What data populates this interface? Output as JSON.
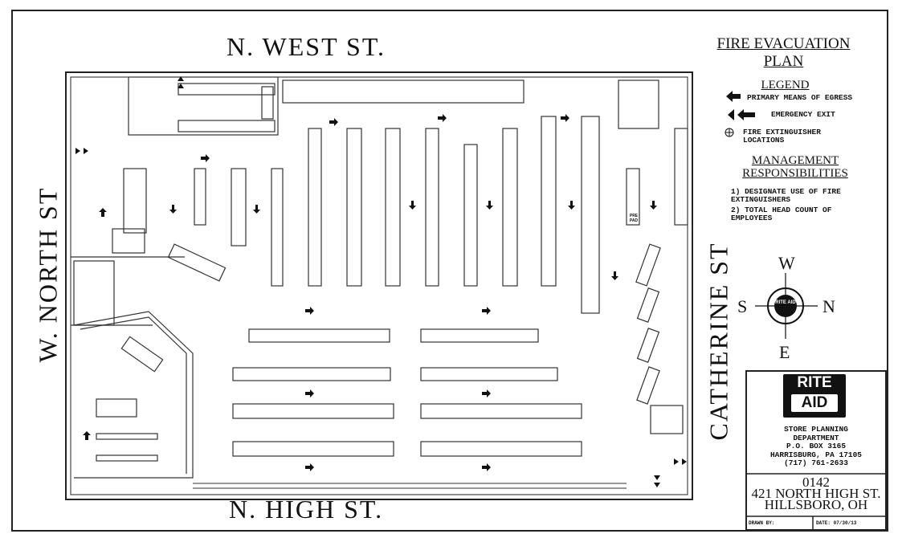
{
  "streets": {
    "north": "N. WEST ST.",
    "south": "N. HIGH ST.",
    "west": "W. NORTH ST",
    "east": "CATHERINE ST"
  },
  "plan_title": {
    "line1": "FIRE EVACUATION",
    "line2": "PLAN"
  },
  "legend": {
    "heading": "LEGEND",
    "items": [
      {
        "icon": "single-arrow-icon",
        "label": "PRIMARY MEANS OF EGRESS"
      },
      {
        "icon": "double-arrow-icon",
        "label": "EMERGENCY EXIT"
      },
      {
        "icon": "fire-extinguisher-icon",
        "label": "FIRE EXTINGUISHER LOCATIONS"
      }
    ]
  },
  "management": {
    "heading_line1": "MANAGEMENT",
    "heading_line2": "RESPONSIBILITIES",
    "items": [
      "1) DESIGNATE USE OF FIRE EXTINGUISHERS",
      "2) TOTAL HEAD COUNT OF EMPLOYEES"
    ]
  },
  "compass": {
    "north": "N",
    "south": "S",
    "east": "E",
    "west": "W",
    "center": "RITE AID"
  },
  "title_block": {
    "logo_line1": "RITE",
    "logo_line2": "AID",
    "dept_lines": [
      "STORE PLANNING",
      "DEPARTMENT",
      "P.O. BOX 3165",
      "HARRISBURG, PA 17105",
      "(717) 761-2633"
    ],
    "store_number": "0142",
    "address1": "421 NORTH HIGH ST.",
    "address2": "HILLSBORO, OH",
    "drawn_by_label": "DRAWN BY:",
    "date_label": "DATE: 07/30/13"
  },
  "fixture_labels": {
    "pre_pad": "PRE PAD"
  }
}
